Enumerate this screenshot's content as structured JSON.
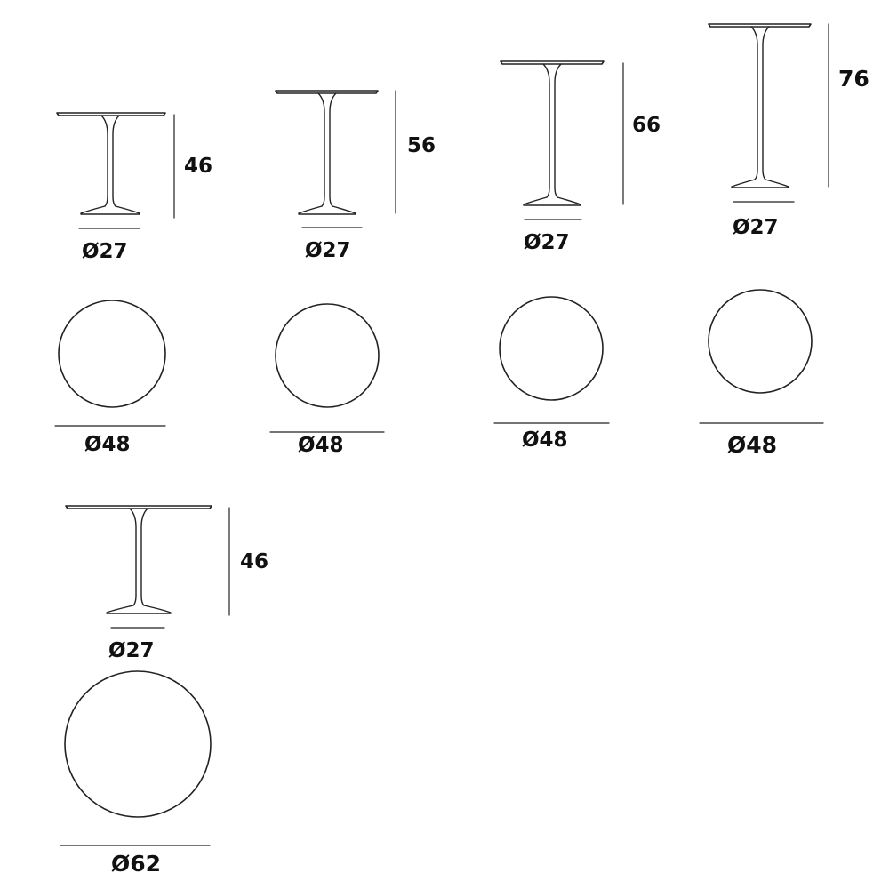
{
  "colors": {
    "stroke": "#222222",
    "label": "#111111",
    "background": "#ffffff"
  },
  "tables": [
    {
      "height": "46",
      "base": "Ø27",
      "top": "Ø48"
    },
    {
      "height": "56",
      "base": "Ø27",
      "top": "Ø48"
    },
    {
      "height": "66",
      "base": "Ø27",
      "top": "Ø48"
    },
    {
      "height": "76",
      "base": "Ø27",
      "top": "Ø48"
    },
    {
      "height": "46",
      "base": "Ø27",
      "top": "Ø62"
    }
  ]
}
